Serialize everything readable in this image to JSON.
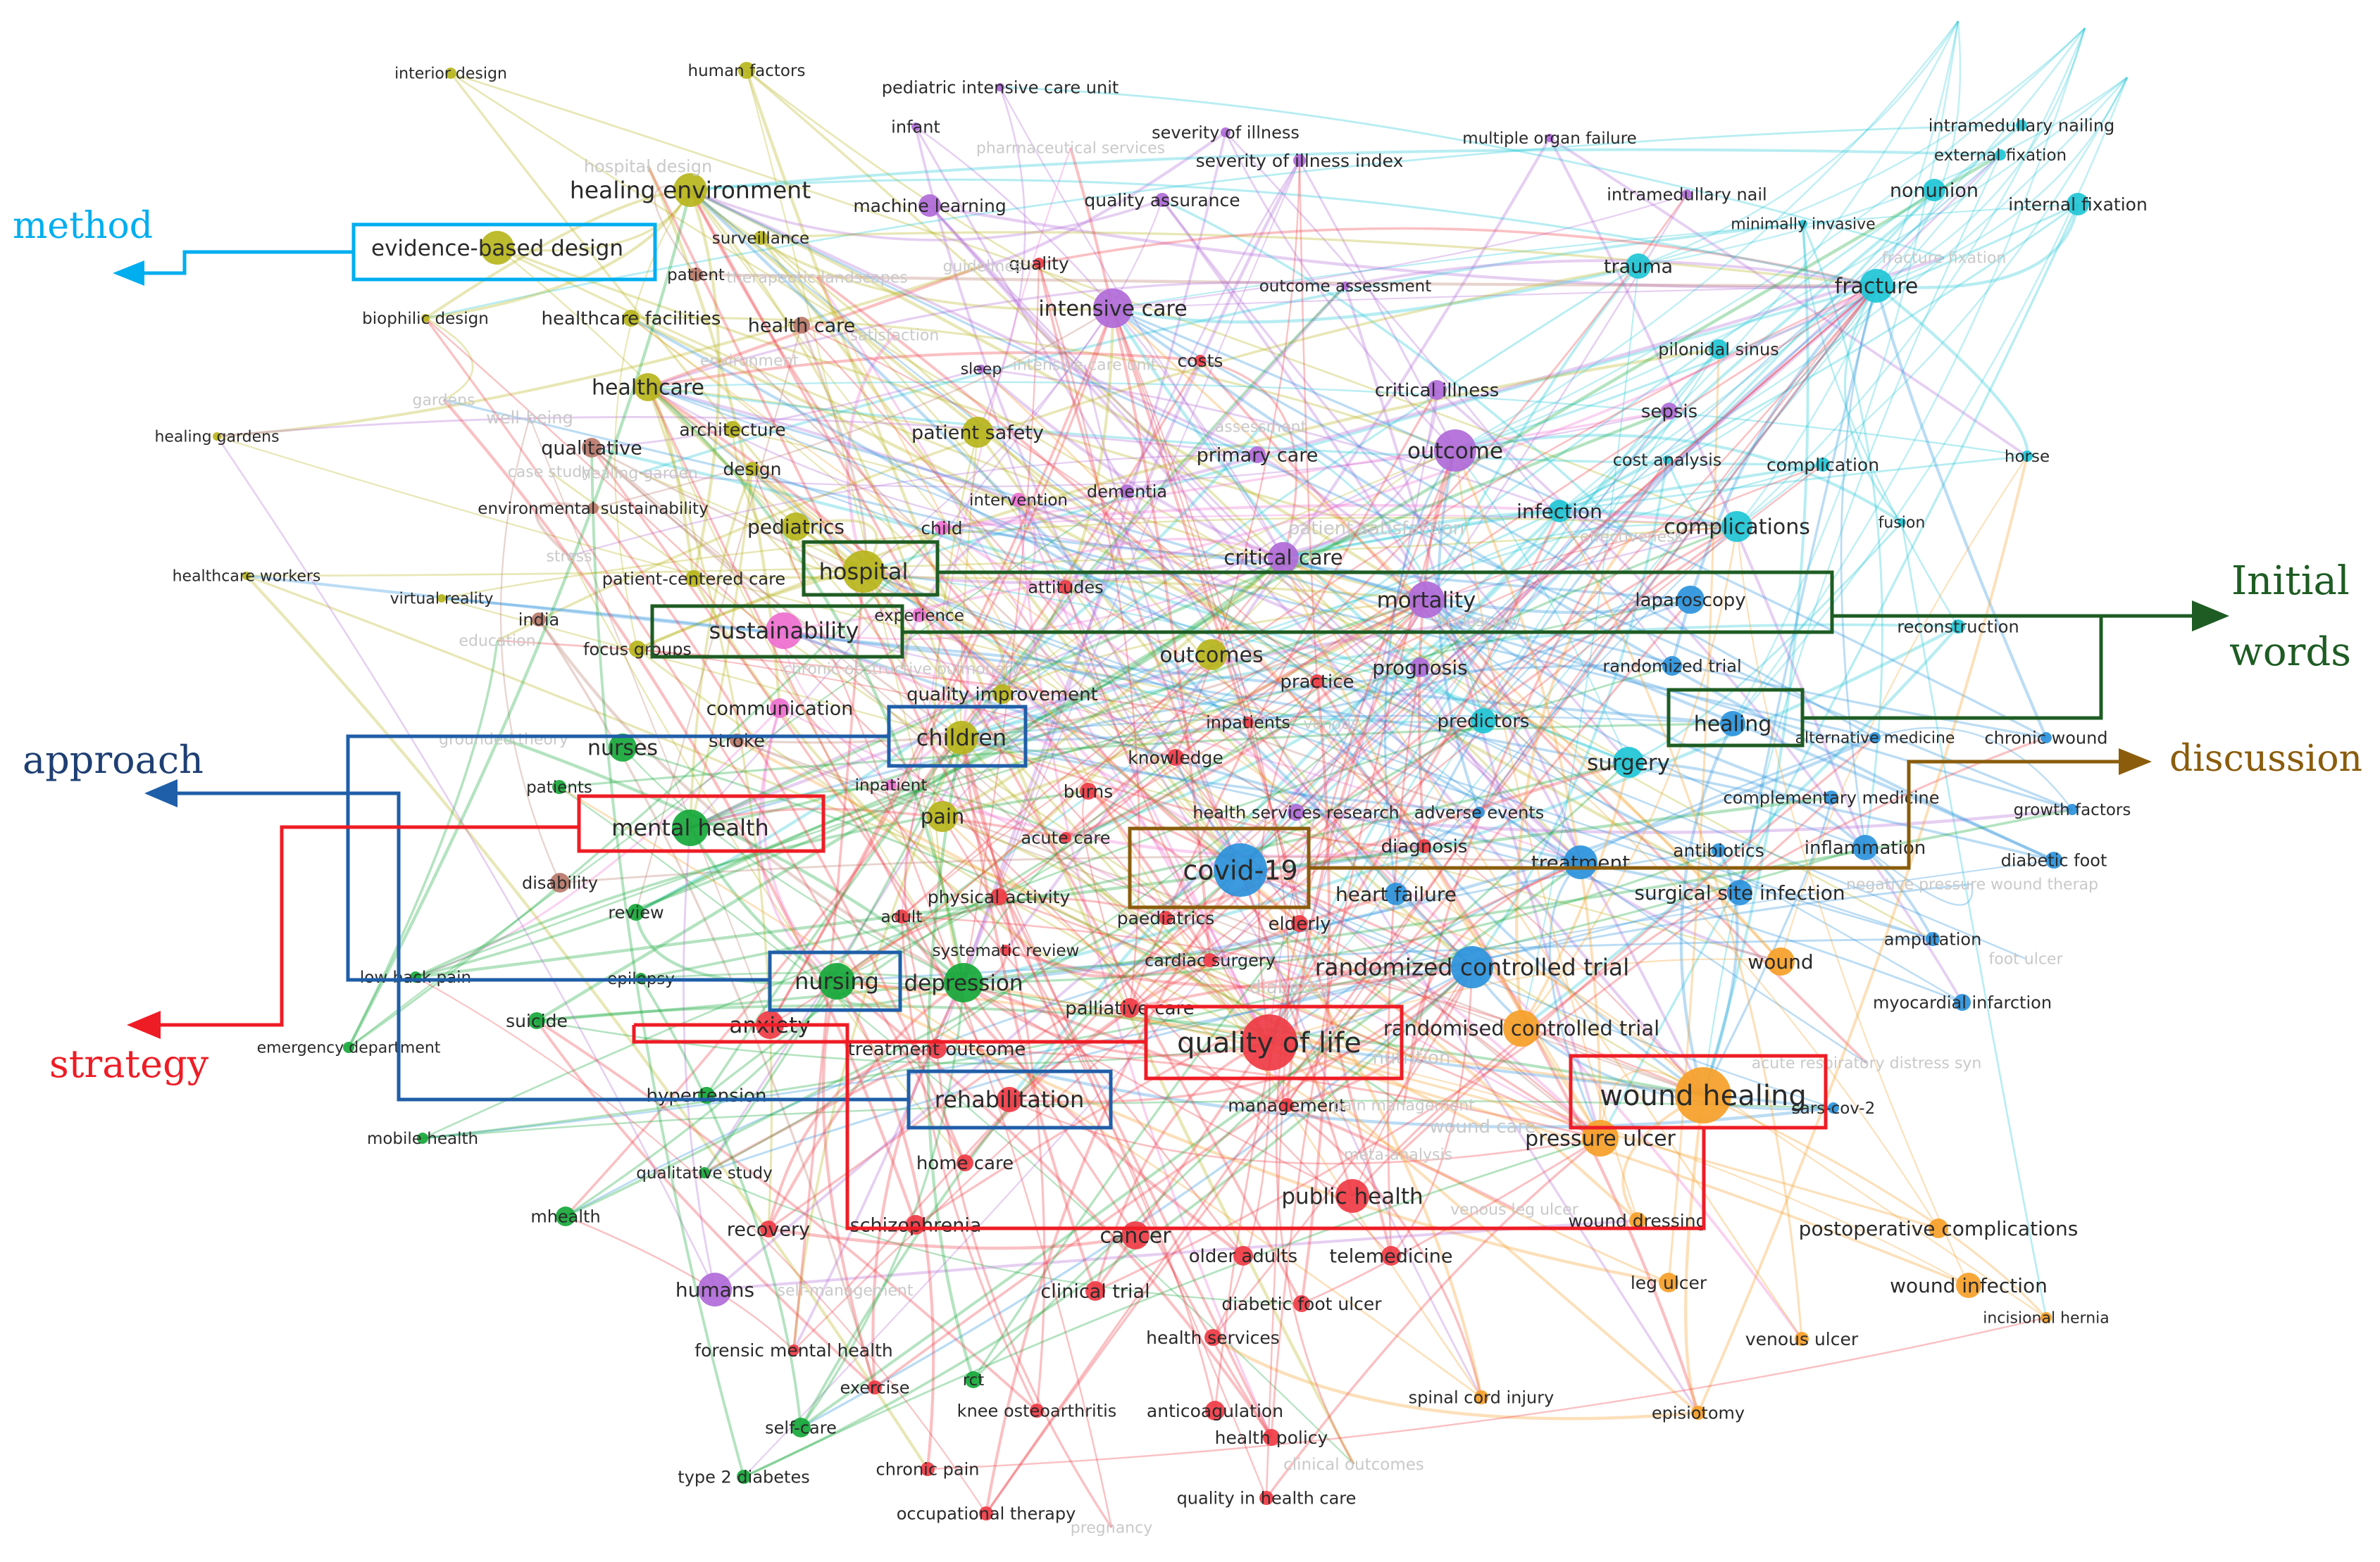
{
  "colors": {
    "yellow": "#b7b51c",
    "purple": "#b06ad8",
    "cyan": "#1fc6d6",
    "green": "#16a83a",
    "red": "#ef3b45",
    "pink": "#ee6fd0",
    "brown": "#b9786a",
    "orange": "#f6a028",
    "blue": "#2b93dc",
    "method": "#00aeef",
    "approach": "#1f5ea8",
    "strategy": "#ee1c25",
    "initial": "#1e5c23",
    "discussion": "#8a5c0c"
  },
  "annotations": {
    "method": "method",
    "approach": "approach",
    "strategy": "strategy",
    "initial_1": "Initial",
    "initial_2": "words",
    "discussion": "discussion"
  },
  "nodes": [
    {
      "label": "interior design",
      "c": "yellow"
    },
    {
      "label": "human factors",
      "c": "yellow"
    },
    {
      "label": "pediatric intensive care unit",
      "c": "purple"
    },
    {
      "label": "infant",
      "c": "purple"
    },
    {
      "label": "severity of illness",
      "c": "purple"
    },
    {
      "label": "severity of illness index",
      "c": "purple"
    },
    {
      "label": "multiple organ failure",
      "c": "purple"
    },
    {
      "label": "intramedullary nailing",
      "c": "cyan"
    },
    {
      "label": "external fixation",
      "c": "cyan"
    },
    {
      "label": "hospital design",
      "c": "yellow",
      "faint": true
    },
    {
      "label": "pharmaceutical services",
      "c": "pink",
      "faint": true
    },
    {
      "label": "healing environment",
      "c": "yellow"
    },
    {
      "label": "machine learning",
      "c": "purple"
    },
    {
      "label": "quality assurance",
      "c": "purple"
    },
    {
      "label": "intramedullary nail",
      "c": "purple"
    },
    {
      "label": "nonunion",
      "c": "cyan"
    },
    {
      "label": "internal fixation",
      "c": "cyan"
    },
    {
      "label": "minimally invasive",
      "c": "cyan"
    },
    {
      "label": "evidence-based design",
      "c": "yellow"
    },
    {
      "label": "surveillance",
      "c": "yellow"
    },
    {
      "label": "quality",
      "c": "red"
    },
    {
      "label": "trauma",
      "c": "cyan"
    },
    {
      "label": "fracture fixation",
      "c": "cyan",
      "faint": true
    },
    {
      "label": "patient",
      "c": "brown"
    },
    {
      "label": "therapeutic landscapes",
      "c": "pink",
      "faint": true
    },
    {
      "label": "guidelines",
      "c": "red",
      "faint": true
    },
    {
      "label": "outcome assessment",
      "c": "purple"
    },
    {
      "label": "fracture",
      "c": "cyan"
    },
    {
      "label": "biophilic design",
      "c": "yellow"
    },
    {
      "label": "healthcare facilities",
      "c": "yellow"
    },
    {
      "label": "health care",
      "c": "brown"
    },
    {
      "label": "satisfaction",
      "c": "pink",
      "faint": true
    },
    {
      "label": "intensive care",
      "c": "purple"
    },
    {
      "label": "environment",
      "c": "brown",
      "faint": true
    },
    {
      "label": "sleep",
      "c": "purple"
    },
    {
      "label": "intensive care unit",
      "c": "purple",
      "faint": true
    },
    {
      "label": "costs",
      "c": "red"
    },
    {
      "label": "pilonidal sinus",
      "c": "cyan"
    },
    {
      "label": "healthcare",
      "c": "yellow"
    },
    {
      "label": "gardens",
      "c": "yellow",
      "faint": true
    },
    {
      "label": "critical illness",
      "c": "purple"
    },
    {
      "label": "well-being",
      "c": "brown",
      "faint": true
    },
    {
      "label": "sepsis",
      "c": "purple"
    },
    {
      "label": "healing gardens",
      "c": "yellow"
    },
    {
      "label": "qualitative",
      "c": "brown"
    },
    {
      "label": "architecture",
      "c": "yellow"
    },
    {
      "label": "patient safety",
      "c": "yellow"
    },
    {
      "label": "assessment",
      "c": "cyan",
      "faint": true
    },
    {
      "label": "outcome",
      "c": "purple"
    },
    {
      "label": "cost analysis",
      "c": "cyan"
    },
    {
      "label": "complication",
      "c": "cyan"
    },
    {
      "label": "horse",
      "c": "cyan"
    },
    {
      "label": "case study",
      "c": "yellow",
      "faint": true
    },
    {
      "label": "healing garden",
      "c": "yellow",
      "faint": true
    },
    {
      "label": "design",
      "c": "yellow"
    },
    {
      "label": "primary care",
      "c": "purple"
    },
    {
      "label": "intervention",
      "c": "pink"
    },
    {
      "label": "dementia",
      "c": "purple"
    },
    {
      "label": "environmental sustainability",
      "c": "brown"
    },
    {
      "label": "infection",
      "c": "cyan"
    },
    {
      "label": "complications",
      "c": "cyan"
    },
    {
      "label": "fusion",
      "c": "cyan"
    },
    {
      "label": "pediatrics",
      "c": "yellow"
    },
    {
      "label": "child",
      "c": "pink"
    },
    {
      "label": "patient satisfaction",
      "c": "purple",
      "faint": true
    },
    {
      "label": "effectiveness",
      "c": "cyan",
      "faint": true
    },
    {
      "label": "critical care",
      "c": "purple"
    },
    {
      "label": "stress",
      "c": "yellow",
      "faint": true
    },
    {
      "label": "healthcare workers",
      "c": "yellow"
    },
    {
      "label": "patient-centered care",
      "c": "yellow"
    },
    {
      "label": "hospital",
      "c": "yellow"
    },
    {
      "label": "attitudes",
      "c": "red"
    },
    {
      "label": "mortality",
      "c": "purple"
    },
    {
      "label": "laparoscopy",
      "c": "blue"
    },
    {
      "label": "virtual reality",
      "c": "yellow"
    },
    {
      "label": "india",
      "c": "brown"
    },
    {
      "label": "sustainability",
      "c": "pink"
    },
    {
      "label": "experience",
      "c": "pink"
    },
    {
      "label": "endoscopy",
      "c": "purple",
      "faint": true
    },
    {
      "label": "reconstruction",
      "c": "cyan"
    },
    {
      "label": "education",
      "c": "yellow",
      "faint": true
    },
    {
      "label": "focus groups",
      "c": "yellow"
    },
    {
      "label": "chronic obstructive pulmonary",
      "c": "pink",
      "faint": true
    },
    {
      "label": "outcomes",
      "c": "yellow"
    },
    {
      "label": "practice",
      "c": "red"
    },
    {
      "label": "prognosis",
      "c": "purple"
    },
    {
      "label": "randomized trial",
      "c": "blue"
    },
    {
      "label": "communication",
      "c": "pink"
    },
    {
      "label": "quality improvement",
      "c": "yellow"
    },
    {
      "label": "inpatients",
      "c": "red"
    },
    {
      "label": "venous",
      "c": "blue",
      "faint": true
    },
    {
      "label": "predictors",
      "c": "cyan"
    },
    {
      "label": "healing",
      "c": "blue"
    },
    {
      "label": "alternative medicine",
      "c": "blue"
    },
    {
      "label": "chronic wound",
      "c": "blue"
    },
    {
      "label": "grounded theory",
      "c": "green",
      "faint": true
    },
    {
      "label": "nurses",
      "c": "green"
    },
    {
      "label": "stroke",
      "c": "brown"
    },
    {
      "label": "children",
      "c": "yellow"
    },
    {
      "label": "knowledge",
      "c": "red"
    },
    {
      "label": "surgery",
      "c": "cyan"
    },
    {
      "label": "patients",
      "c": "green"
    },
    {
      "label": "inpatient",
      "c": "pink"
    },
    {
      "label": "burns",
      "c": "red"
    },
    {
      "label": "complementary medicine",
      "c": "blue"
    },
    {
      "label": "health services research",
      "c": "purple"
    },
    {
      "label": "adverse events",
      "c": "blue"
    },
    {
      "label": "growth factors",
      "c": "blue"
    },
    {
      "label": "mental health",
      "c": "green"
    },
    {
      "label": "pain",
      "c": "yellow"
    },
    {
      "label": "acute care",
      "c": "red"
    },
    {
      "label": "diagnosis",
      "c": "red"
    },
    {
      "label": "antibiotics",
      "c": "blue"
    },
    {
      "label": "inflammation",
      "c": "blue"
    },
    {
      "label": "diabetic foot",
      "c": "blue"
    },
    {
      "label": "covid-19",
      "c": "blue"
    },
    {
      "label": "disability",
      "c": "brown"
    },
    {
      "label": "physical activity",
      "c": "red"
    },
    {
      "label": "heart failure",
      "c": "blue"
    },
    {
      "label": "treatment",
      "c": "blue"
    },
    {
      "label": "surgical site infection",
      "c": "blue"
    },
    {
      "label": "negative pressure wound therap",
      "c": "blue",
      "faint": true
    },
    {
      "label": "review",
      "c": "green"
    },
    {
      "label": "adult",
      "c": "red"
    },
    {
      "label": "paediatrics",
      "c": "red"
    },
    {
      "label": "elderly",
      "c": "red"
    },
    {
      "label": "amputation",
      "c": "blue"
    },
    {
      "label": "systematic review",
      "c": "red"
    },
    {
      "label": "wound",
      "c": "orange"
    },
    {
      "label": "foot ulcer",
      "c": "blue",
      "faint": true
    },
    {
      "label": "low back pain",
      "c": "green"
    },
    {
      "label": "epilepsy",
      "c": "green"
    },
    {
      "label": "nursing",
      "c": "green"
    },
    {
      "label": "depression",
      "c": "green"
    },
    {
      "label": "cardiac surgery",
      "c": "red"
    },
    {
      "label": "diabetes",
      "c": "red",
      "faint": true
    },
    {
      "label": "randomized controlled trial",
      "c": "blue"
    },
    {
      "label": "myocardial infarction",
      "c": "blue"
    },
    {
      "label": "suicide",
      "c": "green"
    },
    {
      "label": "anxiety",
      "c": "red"
    },
    {
      "label": "palliative care",
      "c": "red"
    },
    {
      "label": "emergency department",
      "c": "green"
    },
    {
      "label": "treatment outcome",
      "c": "red"
    },
    {
      "label": "quality of life",
      "c": "red"
    },
    {
      "label": "randomised controlled trial",
      "c": "orange"
    },
    {
      "label": "nutrition",
      "c": "red",
      "faint": true
    },
    {
      "label": "acute respiratory distress syn",
      "c": "blue",
      "faint": true
    },
    {
      "label": "hypertension",
      "c": "green"
    },
    {
      "label": "rehabilitation",
      "c": "red"
    },
    {
      "label": "management",
      "c": "red"
    },
    {
      "label": "pain management",
      "c": "red",
      "faint": true
    },
    {
      "label": "wound healing",
      "c": "orange"
    },
    {
      "label": "sars-cov-2",
      "c": "blue"
    },
    {
      "label": "mobile health",
      "c": "green"
    },
    {
      "label": "wound care",
      "c": "orange",
      "faint": true
    },
    {
      "label": "pressure ulcer",
      "c": "orange"
    },
    {
      "label": "home care",
      "c": "red"
    },
    {
      "label": "meta-analysis",
      "c": "red",
      "faint": true
    },
    {
      "label": "qualitative study",
      "c": "green"
    },
    {
      "label": "public health",
      "c": "red"
    },
    {
      "label": "venous leg ulcer",
      "c": "red",
      "faint": true
    },
    {
      "label": "mhealth",
      "c": "green"
    },
    {
      "label": "recovery",
      "c": "red"
    },
    {
      "label": "schizophrenia",
      "c": "red"
    },
    {
      "label": "cancer",
      "c": "red"
    },
    {
      "label": "wound dressing",
      "c": "orange"
    },
    {
      "label": "postoperative complications",
      "c": "orange"
    },
    {
      "label": "older adults",
      "c": "red"
    },
    {
      "label": "telemedicine",
      "c": "red"
    },
    {
      "label": "leg ulcer",
      "c": "orange"
    },
    {
      "label": "wound infection",
      "c": "orange"
    },
    {
      "label": "humans",
      "c": "purple"
    },
    {
      "label": "self-management",
      "c": "red",
      "faint": true
    },
    {
      "label": "clinical trial",
      "c": "red"
    },
    {
      "label": "diabetic foot ulcer",
      "c": "red"
    },
    {
      "label": "incisional hernia",
      "c": "orange"
    },
    {
      "label": "health services",
      "c": "red"
    },
    {
      "label": "venous ulcer",
      "c": "orange"
    },
    {
      "label": "forensic mental health",
      "c": "red"
    },
    {
      "label": "exercise",
      "c": "red"
    },
    {
      "label": "rct",
      "c": "green"
    },
    {
      "label": "knee osteoarthritis",
      "c": "red"
    },
    {
      "label": "anticoagulation",
      "c": "red"
    },
    {
      "label": "spinal cord injury",
      "c": "orange"
    },
    {
      "label": "episiotomy",
      "c": "orange"
    },
    {
      "label": "self-care",
      "c": "green"
    },
    {
      "label": "health policy",
      "c": "red"
    },
    {
      "label": "clinical outcomes",
      "c": "red",
      "faint": true
    },
    {
      "label": "type 2 diabetes",
      "c": "green"
    },
    {
      "label": "chronic pain",
      "c": "red"
    },
    {
      "label": "quality in health care",
      "c": "red"
    },
    {
      "label": "occupational therapy",
      "c": "red"
    },
    {
      "label": "pregnancy",
      "c": "red",
      "faint": true
    }
  ]
}
